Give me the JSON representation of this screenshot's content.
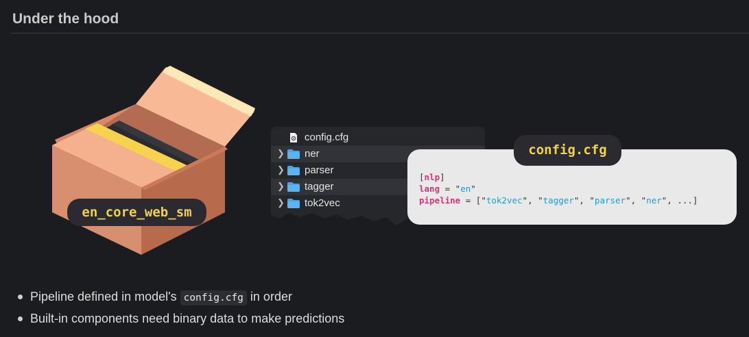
{
  "header": {
    "title": "Under the hood"
  },
  "model": {
    "package_name": "en_core_web_sm"
  },
  "file_tree": {
    "items": [
      {
        "label": "config.cfg",
        "type": "file",
        "icon": "gear-file-icon",
        "highlighted": false
      },
      {
        "label": "ner",
        "type": "folder",
        "icon": "folder-icon",
        "highlighted": true
      },
      {
        "label": "parser",
        "type": "folder",
        "icon": "folder-icon",
        "highlighted": false
      },
      {
        "label": "tagger",
        "type": "folder",
        "icon": "folder-icon",
        "highlighted": true
      },
      {
        "label": "tok2vec",
        "type": "folder",
        "icon": "folder-icon",
        "highlighted": false
      }
    ]
  },
  "config_card": {
    "title": "config.cfg",
    "lines": {
      "section": "nlp",
      "lang_key": "lang",
      "lang_value": "en",
      "pipeline_key": "pipeline",
      "pipeline_items": [
        "tok2vec",
        "tagger",
        "parser",
        "ner"
      ],
      "pipeline_more": "..."
    }
  },
  "bullets": {
    "item1_before": "Pipeline defined in model's",
    "item1_code": "config.cfg",
    "item1_after": "in order",
    "item2": "Built-in components need binary data to make predictions"
  },
  "colors": {
    "background": "#1b1c1f",
    "pill_text": "#f3d24a",
    "folder": "#4aa3e8",
    "code_key": "#e0307a",
    "code_string": "#1e9ad6"
  }
}
